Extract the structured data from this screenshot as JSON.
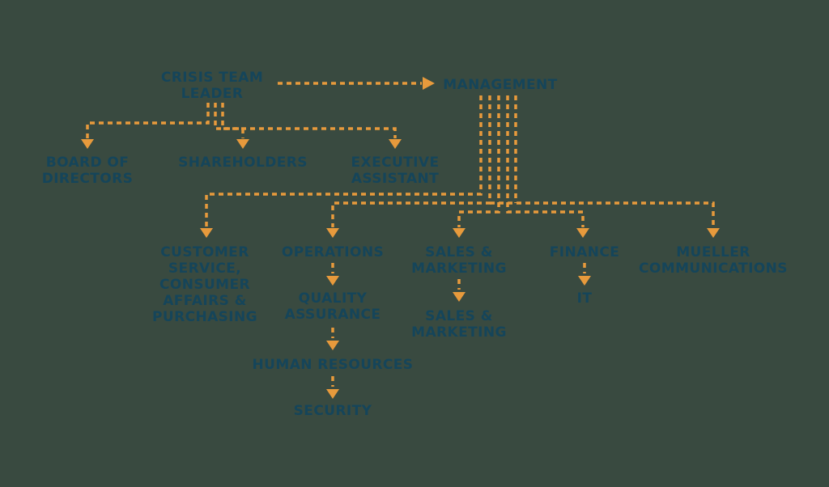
{
  "diagram": {
    "type": "org-chart",
    "colors": {
      "background": "#394A40",
      "node_text": "#15455A",
      "connector": "#E79A3C"
    },
    "nodes": [
      {
        "id": "crisis-team-leader",
        "label": "CRISIS TEAM\nLEADER"
      },
      {
        "id": "management",
        "label": "MANAGEMENT"
      },
      {
        "id": "board-of-directors",
        "label": "BOARD OF\nDIRECTORS"
      },
      {
        "id": "shareholders",
        "label": "SHAREHOLDERS"
      },
      {
        "id": "executive-assistant",
        "label": "EXECUTIVE\nASSISTANT"
      },
      {
        "id": "customer-service-consumer-affairs-purchasing",
        "label": "CUSTOMER\nSERVICE,\nCONSUMER\nAFFAIRS &\nPURCHASING"
      },
      {
        "id": "operations",
        "label": "OPERATIONS"
      },
      {
        "id": "sales-marketing-1",
        "label": "SALES &\nMARKETING"
      },
      {
        "id": "finance",
        "label": "FINANCE"
      },
      {
        "id": "mueller-communications",
        "label": "MUELLER\nCOMMUNICATIONS"
      },
      {
        "id": "quality-assurance",
        "label": "QUALITY\nASSURANCE"
      },
      {
        "id": "it",
        "label": "IT"
      },
      {
        "id": "sales-marketing-2",
        "label": "SALES &\nMARKETING"
      },
      {
        "id": "human-resources",
        "label": "HUMAN RESOURCES"
      },
      {
        "id": "security",
        "label": "SECURITY"
      }
    ],
    "edges": [
      {
        "from": "crisis-team-leader",
        "to": "management"
      },
      {
        "from": "crisis-team-leader",
        "to": "board-of-directors"
      },
      {
        "from": "crisis-team-leader",
        "to": "shareholders"
      },
      {
        "from": "crisis-team-leader",
        "to": "executive-assistant"
      },
      {
        "from": "management",
        "to": "customer-service-consumer-affairs-purchasing"
      },
      {
        "from": "management",
        "to": "operations"
      },
      {
        "from": "management",
        "to": "sales-marketing-1"
      },
      {
        "from": "management",
        "to": "finance"
      },
      {
        "from": "management",
        "to": "mueller-communications"
      },
      {
        "from": "operations",
        "to": "quality-assurance"
      },
      {
        "from": "quality-assurance",
        "to": "human-resources"
      },
      {
        "from": "human-resources",
        "to": "security"
      },
      {
        "from": "sales-marketing-1",
        "to": "sales-marketing-2"
      },
      {
        "from": "finance",
        "to": "it"
      }
    ]
  }
}
